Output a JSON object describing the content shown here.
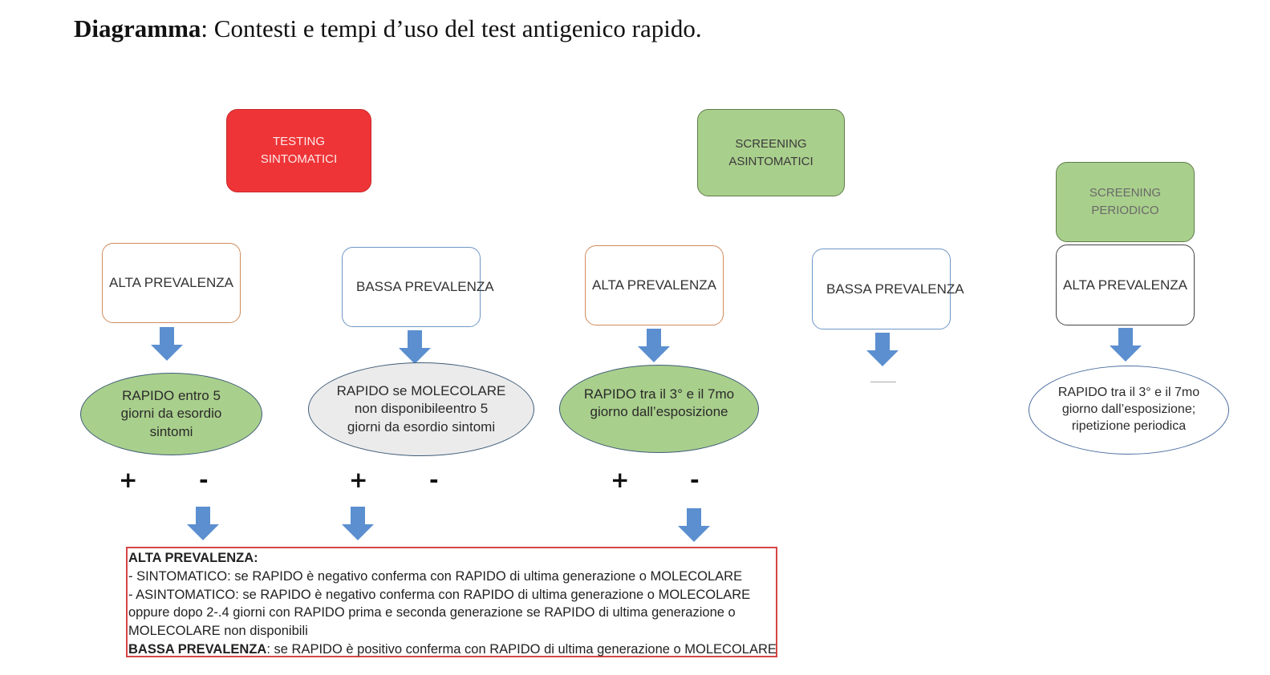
{
  "title": {
    "bold": "Diagramma",
    "rest": ": Contesti e tempi d’uso del test antigenico rapido."
  },
  "categories": {
    "testing": [
      "TESTING",
      "SINTOMATICI"
    ],
    "screening": [
      "SCREENING",
      "ASINTOMATICI"
    ],
    "periodic": [
      "SCREENING",
      "PERIODICO"
    ]
  },
  "prevalence": {
    "sympt_high": "ALTA PREVALENZA",
    "sympt_low": "BASSA PREVALENZA",
    "asympt_high": "ALTA PREVALENZA",
    "asympt_low": "BASSA PREVALENZA",
    "periodic_high": "ALTA PREVALENZA"
  },
  "tests": {
    "sympt_high": [
      "RAPIDO entro 5",
      "giorni da esordio",
      "sintomi"
    ],
    "sympt_low": [
      "RAPIDO se MOLECOLARE",
      "non disponibileentro 5",
      "giorni da esordio sintomi"
    ],
    "asympt_high": [
      "RAPIDO tra il 3° e il 7mo",
      "giorno dall’esposizione"
    ],
    "periodic_high": [
      "RAPIDO tra il 3° e il 7mo",
      "giorno dall’esposizione;",
      "ripetizione periodica"
    ]
  },
  "signs": {
    "plus": "+",
    "minus": "-"
  },
  "note": {
    "high_heading": "ALTA PREVALENZA:",
    "line_sympt": " - SINTOMATICO: se RAPIDO è negativo conferma con RAPIDO di ultima generazione o MOLECOLARE",
    "line_asympt_1": " - ASINTOMATICO: se  RAPIDO è negativo  conferma con RAPIDO di ultima generazione o MOLECOLARE",
    "line_asympt_2": "oppure dopo 2-.4 giorni con RAPIDO prima e seconda generazione se RAPIDO di ultima generazione o",
    "line_asympt_3": "MOLECOLARE non disponibili",
    "low_heading": "BASSA PREVALENZA",
    "low_text": ": se RAPIDO è positivo conferma con RAPIDO di ultima generazione o MOLECOLARE"
  },
  "colors": {
    "red_box": "#ee3437",
    "green_box": "#a9cf8c",
    "arrow": "#5b8fd0",
    "note_border": "#d64545"
  }
}
